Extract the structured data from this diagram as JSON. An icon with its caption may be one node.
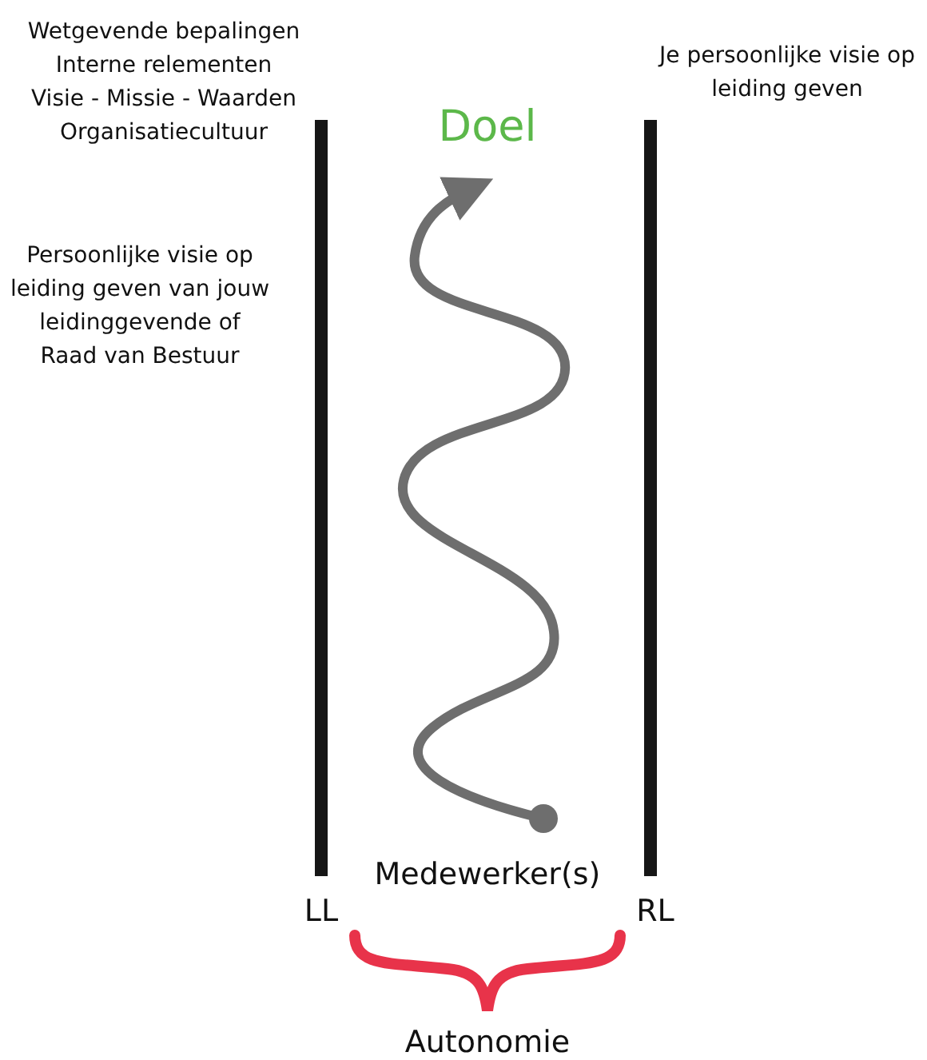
{
  "diagram": {
    "nodes": [
      {
        "text": [
          "Doel"
        ]
      },
      {
        "text": [
          "Medewerker(s)"
        ]
      },
      {
        "text": [],
        "shape": "bar",
        "beside": [
          "LL"
        ]
      },
      {
        "text": [],
        "shape": "bar",
        "beside": [
          "RL"
        ]
      }
    ],
    "edges": [
      {
        "from": 1,
        "to": 0,
        "arrow": "to"
      }
    ],
    "labels": [
      "Wetgevende bepalingen",
      "Interne relementen",
      "Visie - Missie - Waarden",
      "Organisatiecultuur",
      "Persoonlijke visie op leiding geven van jouw leidinggevende of Raad van Bestuur",
      "Je persoonlijke visie op leiding geven",
      "Autonomie"
    ]
  }
}
